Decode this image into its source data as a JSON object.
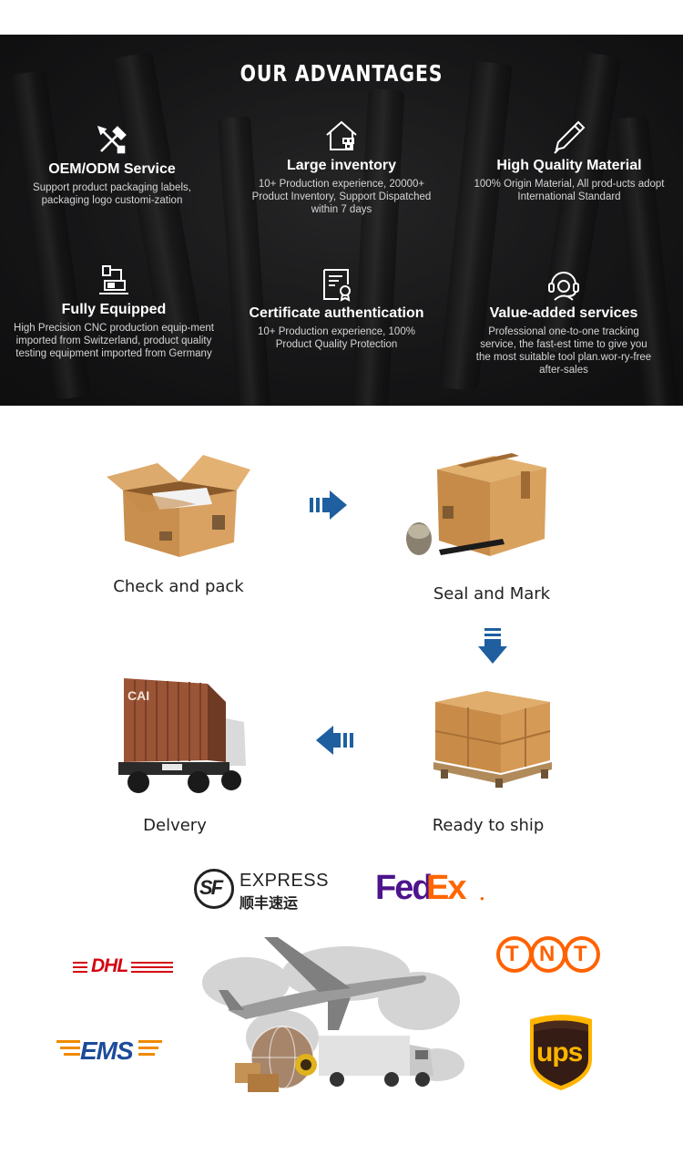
{
  "advantages": {
    "title": "OUR ADVANTAGES",
    "items": [
      {
        "title": "OEM/ODM Service",
        "desc": "Support product packaging labels, packaging logo customi-zation",
        "icon": "tools-icon"
      },
      {
        "title": "Large inventory",
        "desc": "10+ Production experience, 20000+ Product Inventory, Support Dispatched within 7 days",
        "icon": "warehouse-icon"
      },
      {
        "title": "High Quality Material",
        "desc": "100% Origin Material,  All prod-ucts adopt International Standard",
        "icon": "pen-icon"
      },
      {
        "title": "Fully Equipped",
        "desc": "High Precision CNC production equip-ment imported from Switzerland, product quality testing equipment imported from Germany",
        "icon": "machine-icon"
      },
      {
        "title": "Certificate authentication",
        "desc": "10+ Production experience,  100% Product Quality Protection",
        "icon": "certificate-icon"
      },
      {
        "title": "Value-added services",
        "desc": "Professional one-to-one tracking service, the fast-est time to give you the most suitable tool plan.wor-ry-free after-sales",
        "icon": "headset-icon"
      }
    ]
  },
  "process": {
    "steps": [
      {
        "label": "Check and pack"
      },
      {
        "label": "Seal and Mark"
      },
      {
        "label": "Ready to ship"
      },
      {
        "label": "Delvery"
      }
    ]
  },
  "carriers": {
    "sf_word": "EXPRESS",
    "sf_cn": "顺丰速运",
    "sf_mark": "SF",
    "fedex_fed": "Fed",
    "fedex_ex": "Ex",
    "dhl": "DHL",
    "tnt": [
      "T",
      "N",
      "T"
    ],
    "ems": "EMS",
    "ups": "ups",
    "truck_mark": "CAI"
  },
  "colors": {
    "arrow_blue": "#1f5fa0",
    "fedex_purple": "#4d148c",
    "fedex_orange": "#ff6600",
    "dhl_red": "#d40511",
    "tnt_orange": "#ff6200",
    "ups_brown": "#351c15",
    "ups_gold": "#ffb500",
    "ems_blue": "#1d4b9b",
    "ems_orange": "#f08a00"
  }
}
